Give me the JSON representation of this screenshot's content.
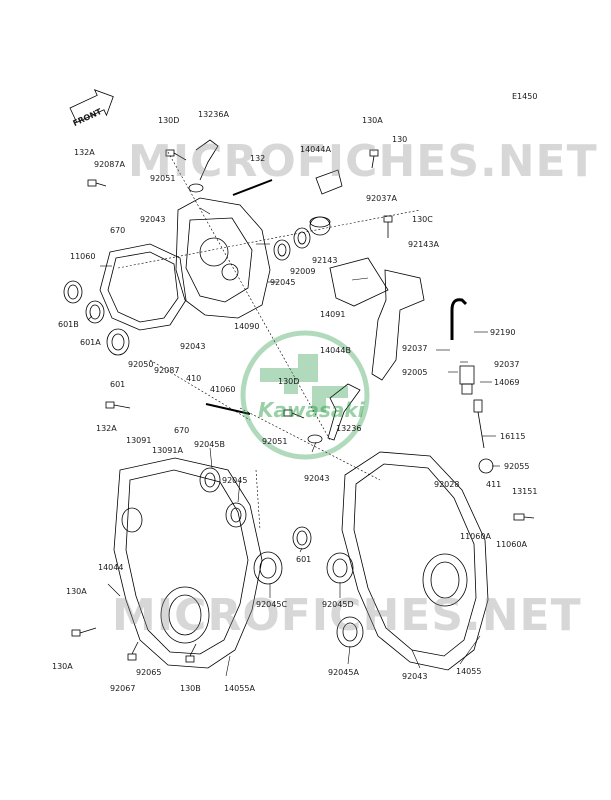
{
  "diagram": {
    "code": "E1450",
    "front_label": "FRONT",
    "watermark": "MICROFICHES.NET",
    "logo_text": "Kawasaki",
    "line_color": "#000000",
    "part_color": "#1a8a3a",
    "labels": [
      "130D",
      "13236A",
      "130A",
      "130",
      "132A",
      "92087A",
      "14044A",
      "92051",
      "132",
      "92037A",
      "670",
      "92043",
      "130C",
      "92143",
      "92143A",
      "11060",
      "92009",
      "92045",
      "14091",
      "601B",
      "14090",
      "92190",
      "601A",
      "92043",
      "14044B",
      "92037",
      "92037",
      "92050",
      "92087",
      "92005",
      "14069",
      "601",
      "410",
      "41060",
      "130D",
      "132A",
      "13091",
      "670",
      "13236",
      "16115",
      "13091A",
      "92051",
      "92045B",
      "92055",
      "92043",
      "92028",
      "411",
      "92045",
      "13151",
      "11060A",
      "11060A",
      "601",
      "14044",
      "92045C",
      "92045D",
      "130A",
      "130A",
      "92065",
      "92067",
      "130B",
      "14055A",
      "92045A",
      "92043",
      "14055"
    ]
  }
}
